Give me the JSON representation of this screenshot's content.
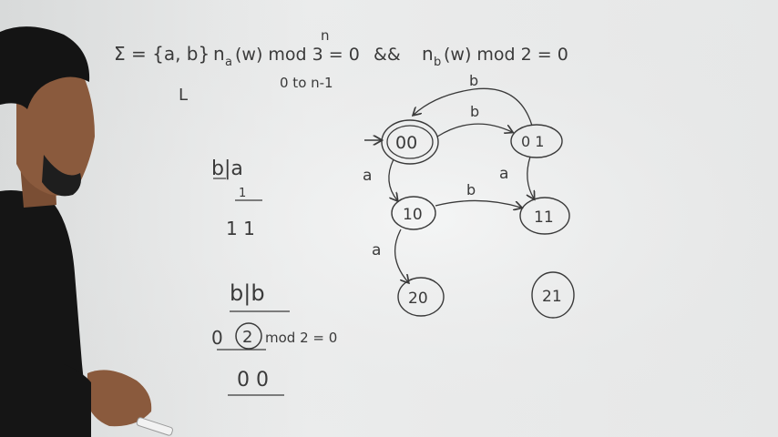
{
  "board": {
    "header": {
      "sigma": "Σ = {a, b}",
      "cond_a": "n",
      "cond_a_sub": "a",
      "cond_a_rest": "(w) mod 3 = 0",
      "and": "&&",
      "cond_b": "n",
      "cond_b_sub": "b",
      "cond_b_rest": "(w) mod 2 = 0",
      "n_mark": "n",
      "range": "0 to n-1",
      "L": "L"
    },
    "side_notes": {
      "ba": "b|a",
      "ba_sub": "1",
      "ones": "1 1",
      "bb": "b|b",
      "mod_line_left": "0",
      "mod_line_circle": "2",
      "mod_line_rest": "mod 2 = 0",
      "oo": "0 0"
    },
    "states": [
      {
        "id": "00",
        "label": "00",
        "start": true,
        "final": true
      },
      {
        "id": "01",
        "label": "0 1"
      },
      {
        "id": "10",
        "label": "10"
      },
      {
        "id": "11",
        "label": "11"
      },
      {
        "id": "20",
        "label": "20"
      },
      {
        "id": "21",
        "label": "21"
      }
    ],
    "transitions": [
      {
        "from": "00",
        "to": "01",
        "label": "b"
      },
      {
        "from": "01",
        "to": "00",
        "label": "b"
      },
      {
        "from": "00",
        "to": "10",
        "label": "a"
      },
      {
        "from": "01",
        "to": "11",
        "label": "a"
      },
      {
        "from": "10",
        "to": "11",
        "label": "b"
      },
      {
        "from": "10",
        "to": "20",
        "label": "a"
      }
    ]
  }
}
